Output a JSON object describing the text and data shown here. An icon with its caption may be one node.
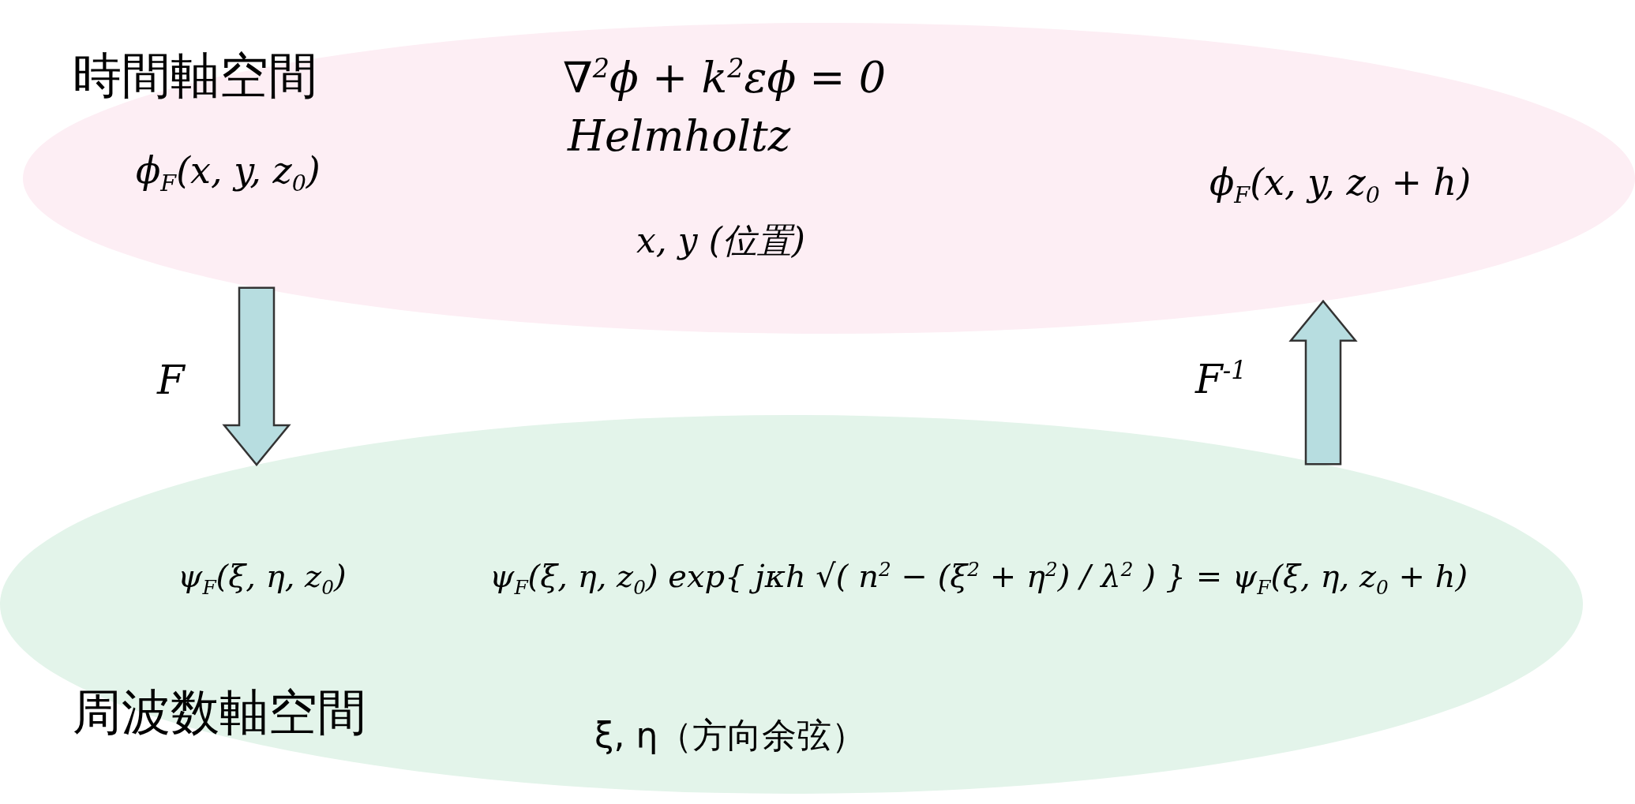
{
  "diagram": {
    "nodes": [
      {
        "text": [
          "時間軸空間",
          "∇$^{2}$ϕ + k$^{2}$εϕ = 0",
          "Helmholtz",
          "ϕ$_{F}$(x, y, z$_{0}$)",
          "x, y (位置)",
          "ϕ$_{F}$(x, y, z$_{0}$ + h)"
        ]
      },
      {
        "text": [
          "ψ$_{F}$(ξ, η, z$_{0}$)",
          "ψ$_{F}$(ξ, η, z$_{0}$) exp{ jκh √( n$^{2}$ − (ξ$^{2}$ + η$^{2}$) / λ$^{2}$ ) } = ψ$_{F}$(ξ, η, z$_{0}$ + h)",
          "周波数軸空間",
          "ξ, η（方向余弦）"
        ]
      }
    ],
    "edges": [
      {
        "from": 0,
        "to": 1,
        "arrow": "to",
        "label": "F"
      },
      {
        "from": 1,
        "to": 0,
        "arrow": "to",
        "label": "F$^{-1}$"
      }
    ]
  }
}
